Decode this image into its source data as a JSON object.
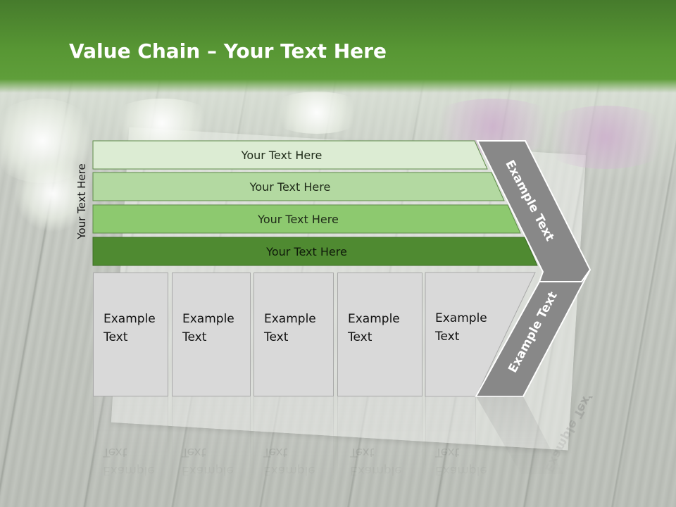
{
  "slide": {
    "title_bold": "Value Chain",
    "title_rest": " – Your Text Here",
    "side_label": "Your Text Here"
  },
  "bars": [
    {
      "label": "Your Text Here",
      "fill": "#dcecd3"
    },
    {
      "label": "Your Text Here",
      "fill": "#b3d9a1"
    },
    {
      "label": "Your Text Here",
      "fill": "#8dc96f"
    },
    {
      "label": "Your Text Here",
      "fill": "#4f8a31"
    }
  ],
  "boxes": [
    {
      "line1": "Example",
      "line2": "Text"
    },
    {
      "line1": "Example",
      "line2": "Text"
    },
    {
      "line1": "Example",
      "line2": "Text"
    },
    {
      "line1": "Example",
      "line2": "Text"
    },
    {
      "line1": "Example",
      "line2": "Text"
    }
  ],
  "arrow": {
    "upper_label": "Example Text",
    "lower_label": "Example Text",
    "fill": "#888888"
  },
  "colors": {
    "header_green": "#589734",
    "box_fill": "#d9d9d9"
  }
}
